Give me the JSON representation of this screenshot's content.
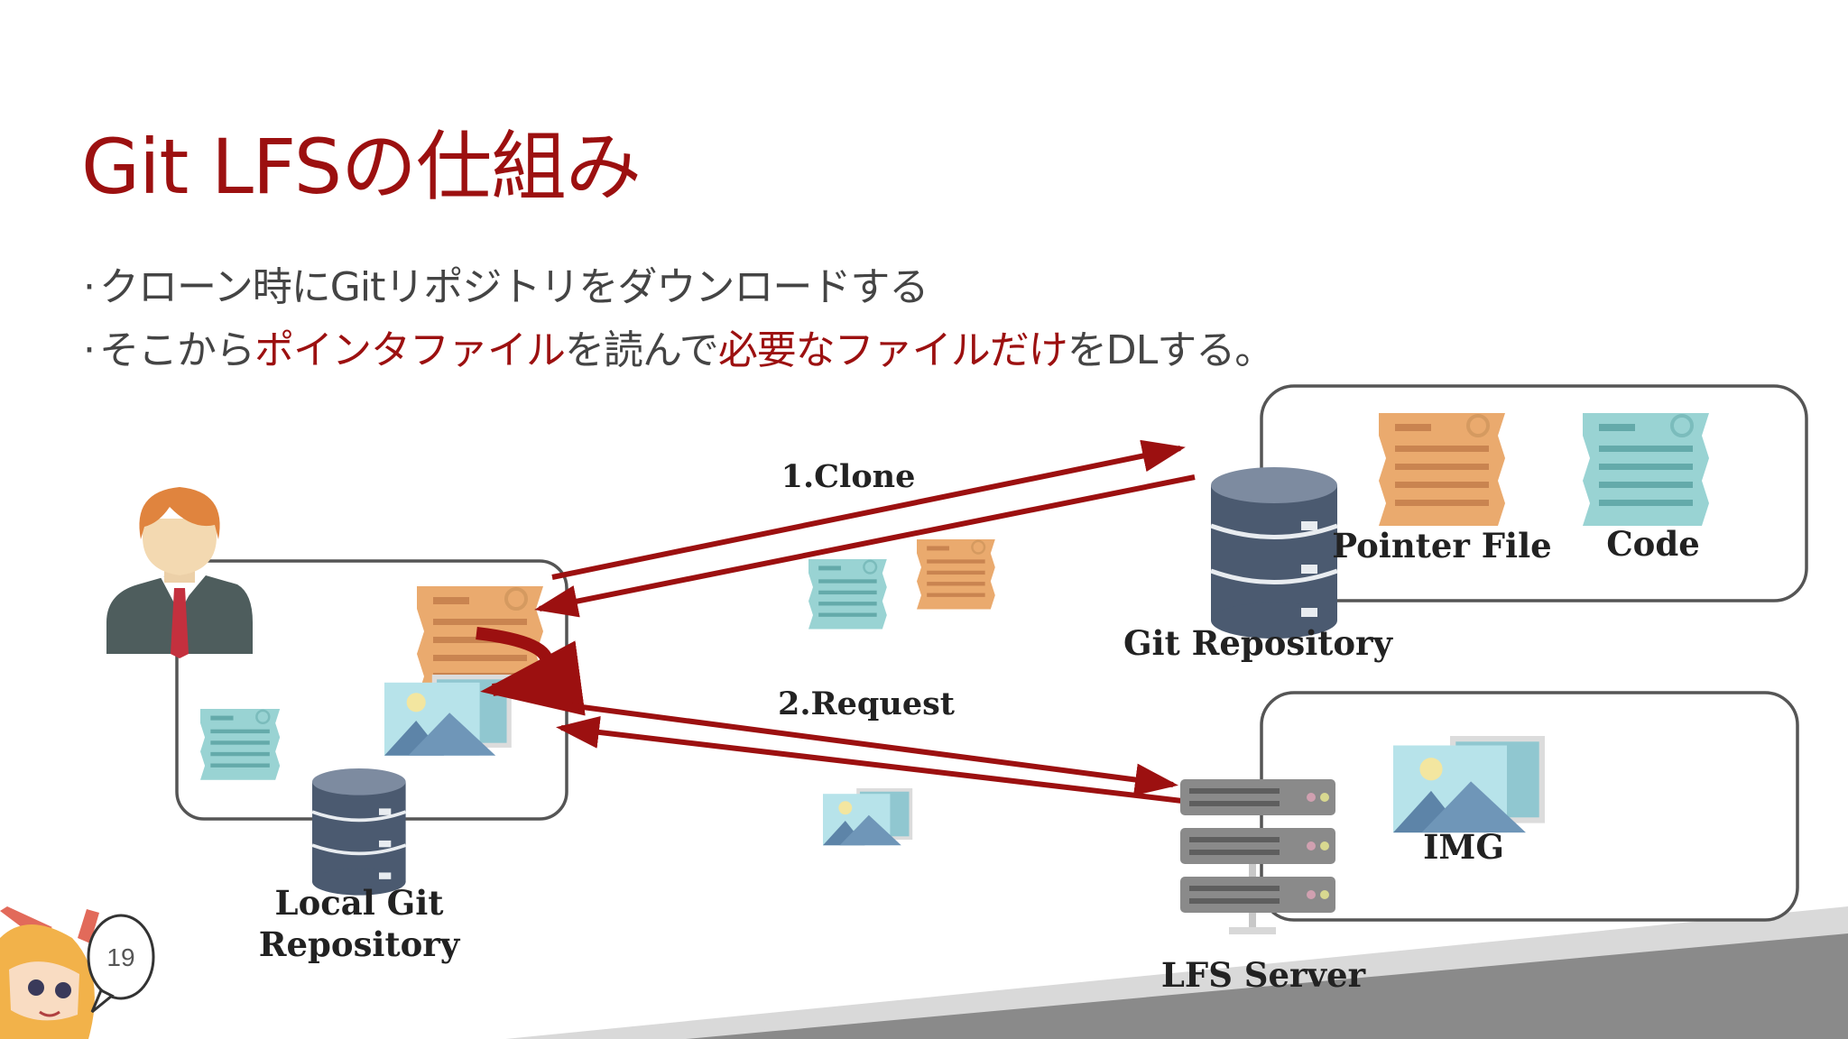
{
  "slide": {
    "title": "Git LFSの仕組み",
    "page_number": "19"
  },
  "bullets": [
    {
      "parts": [
        {
          "text": "クローン時にGitリポジトリをダウンロードする",
          "em": false
        }
      ]
    },
    {
      "parts": [
        {
          "text": "そこから",
          "em": false
        },
        {
          "text": "ポインタファイル",
          "em": true
        },
        {
          "text": "を読んで",
          "em": false
        },
        {
          "text": "必要なファイルだけ",
          "em": true
        },
        {
          "text": "をDLする。",
          "em": false
        }
      ]
    }
  ],
  "diagram": {
    "clone_label": "1.Clone",
    "request_label": "2.Request",
    "git_repo_label": "Git Repository",
    "pointer_file_label": "Pointer File",
    "code_label": "Code",
    "lfs_server_label": "LFS Server",
    "img_label": "IMG",
    "local_repo_label_line1": "Local Git",
    "local_repo_label_line2": "Repository"
  },
  "colors": {
    "accent": "#9c1010",
    "text": "#444444",
    "pointer_file": "#eaaa6e",
    "code_file": "#99d3d3",
    "db": "#4b5a70",
    "server": "#888888"
  }
}
